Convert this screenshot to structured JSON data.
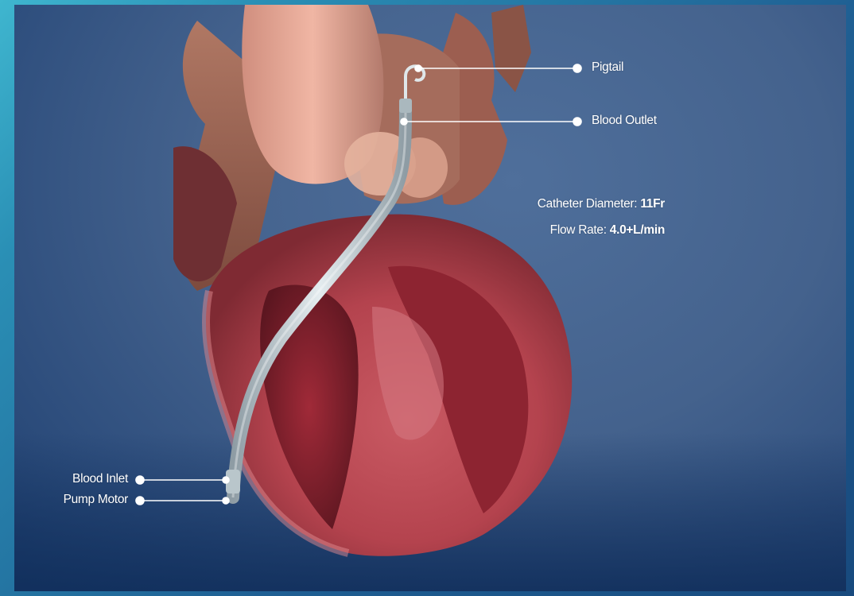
{
  "callouts": {
    "pigtail": "Pigtail",
    "blood_outlet": "Blood Outlet",
    "blood_inlet": "Blood Inlet",
    "pump_motor": "Pump Motor"
  },
  "specs": {
    "catheter_diameter_label": "Catheter Diameter:",
    "catheter_diameter_value": "11Fr",
    "flow_rate_label": "Flow Rate:",
    "flow_rate_value": "4.0+L/min"
  },
  "colors": {
    "background_panel": "#44628d",
    "frame": "#2a8fb5",
    "callout_line": "#ffffff",
    "heart_muscle": "#b8444f",
    "catheter": "#c7d2d6"
  }
}
